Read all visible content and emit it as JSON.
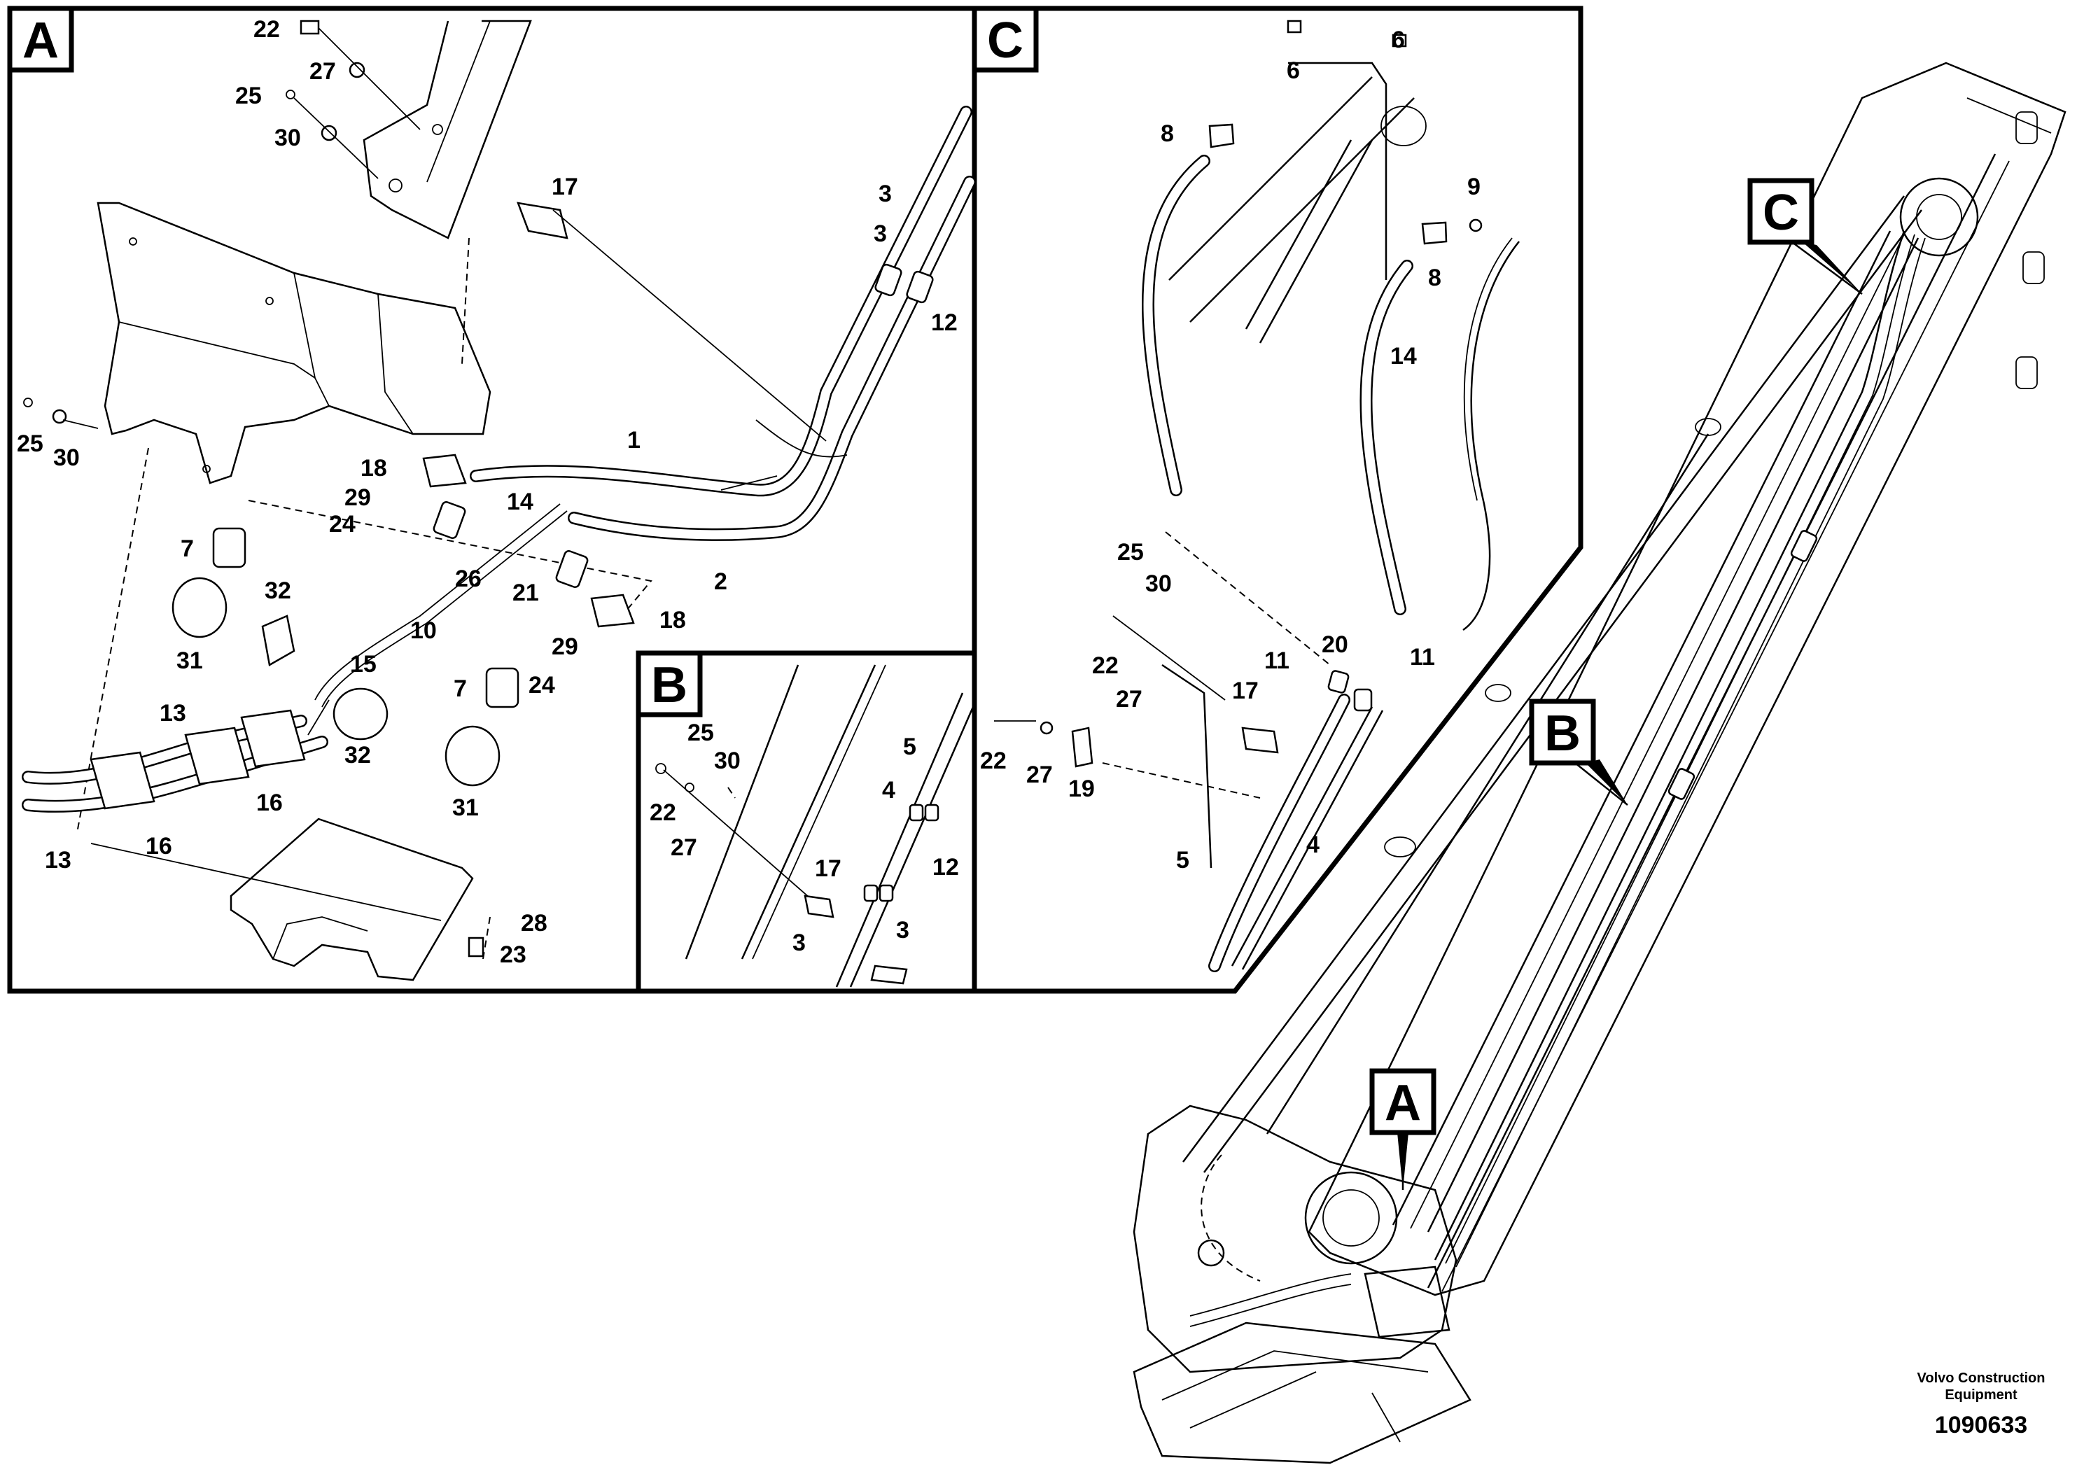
{
  "panels": {
    "A": {
      "label": "A"
    },
    "B": {
      "label": "B"
    },
    "C": {
      "label": "C"
    }
  },
  "overview_markers": {
    "A": "A",
    "B": "B",
    "C": "C"
  },
  "callouts": {
    "A": [
      "22",
      "27",
      "25",
      "30",
      "17",
      "25",
      "30",
      "3",
      "3",
      "12",
      "1",
      "18",
      "29",
      "24",
      "14",
      "7",
      "26",
      "21",
      "2",
      "32",
      "10",
      "31",
      "15",
      "18",
      "29",
      "24",
      "7",
      "13",
      "16",
      "32",
      "31",
      "13",
      "16",
      "28",
      "23"
    ],
    "B": [
      "25",
      "30",
      "22",
      "27",
      "5",
      "4",
      "12",
      "17",
      "3",
      "3"
    ],
    "C": [
      "6",
      "6",
      "8",
      "9",
      "8",
      "14",
      "25",
      "30",
      "22",
      "27",
      "11",
      "20",
      "11",
      "17",
      "22",
      "27",
      "19",
      "5",
      "4"
    ]
  },
  "footer": {
    "brand_line1": "Volvo Construction",
    "brand_line2": "Equipment",
    "doc_number": "1090633"
  },
  "colors": {
    "ink": "#000000",
    "paper": "#ffffff"
  }
}
